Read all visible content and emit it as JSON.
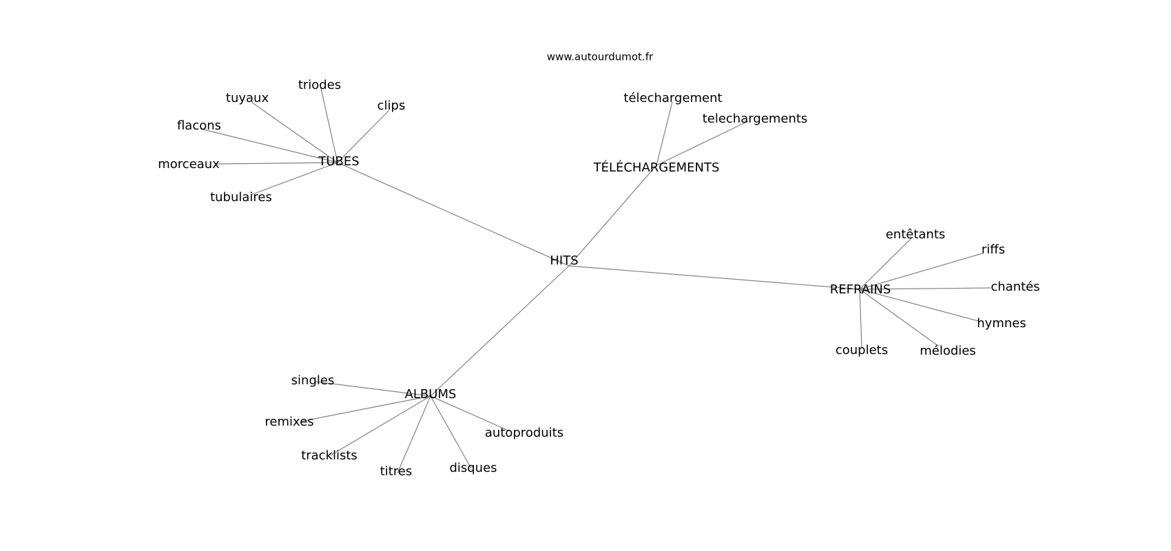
{
  "title": "www.autourdumot.fr",
  "colors": {
    "edge": "#808080",
    "text": "#000000",
    "background": "#ffffff"
  },
  "center": "HITS",
  "groups": [
    {
      "hub": "TUBES",
      "leaves": [
        "triodes",
        "tuyaux",
        "clips",
        "flacons",
        "morceaux",
        "tubulaires"
      ]
    },
    {
      "hub": "TÉLÉCHARGEMENTS",
      "leaves": [
        "télechargement",
        "telechargements"
      ]
    },
    {
      "hub": "REFRAINS",
      "leaves": [
        "entêtants",
        "riffs",
        "chantés",
        "hymnes",
        "mélodies",
        "couplets"
      ]
    },
    {
      "hub": "ALBUMS",
      "leaves": [
        "singles",
        "remixes",
        "autoproduits",
        "tracklists",
        "titres",
        "disques"
      ]
    }
  ]
}
